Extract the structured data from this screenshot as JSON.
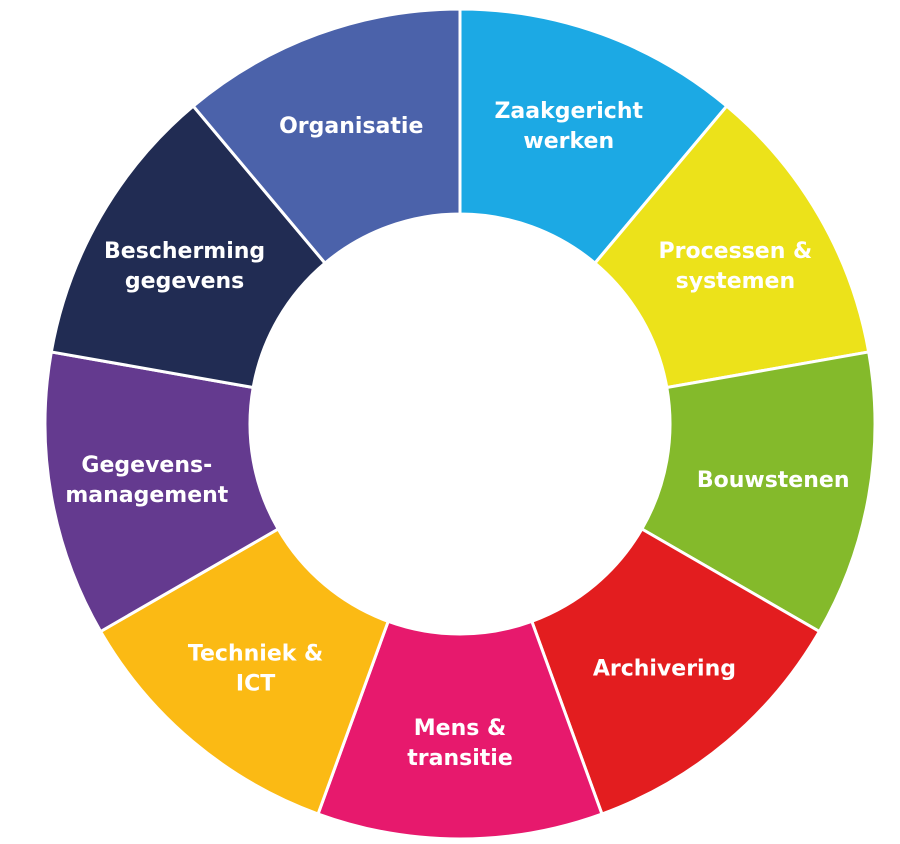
{
  "wheel": {
    "segments": [
      {
        "id": "zaakgericht-werken",
        "lines": [
          "Zaakgericht",
          "werken"
        ],
        "color": "#1CA9E4"
      },
      {
        "id": "processen-systemen",
        "lines": [
          "Processen &",
          "systemen"
        ],
        "color": "#ECE21A"
      },
      {
        "id": "bouwstenen",
        "lines": [
          "Bouwstenen"
        ],
        "color": "#84BA2B"
      },
      {
        "id": "archivering",
        "lines": [
          "Archivering"
        ],
        "color": "#E31D1F"
      },
      {
        "id": "mens-transitie",
        "lines": [
          "Mens &",
          "transitie"
        ],
        "color": "#E7196D"
      },
      {
        "id": "techniek-ict",
        "lines": [
          "Techniek &",
          "ICT"
        ],
        "color": "#FBBA14"
      },
      {
        "id": "gegevensmanagement",
        "lines": [
          "Gegevens-",
          "management"
        ],
        "color": "#643A8F"
      },
      {
        "id": "bescherming-gegevens",
        "lines": [
          "Bescherming",
          "gegevens"
        ],
        "color": "#212C53"
      },
      {
        "id": "organisatie",
        "lines": [
          "Organisatie"
        ],
        "color": "#4B62AA"
      }
    ]
  }
}
